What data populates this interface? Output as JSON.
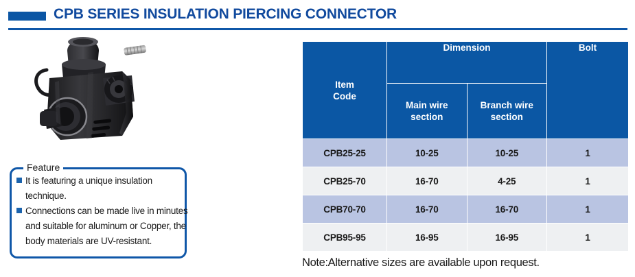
{
  "header": {
    "title": "CPB SERIES INSULATION PIERCING CONNECTOR",
    "accent_color": "#0b56a4",
    "title_color": "#114a9e",
    "rule_color": "#0f57a8"
  },
  "product": {
    "alt": "CPB series insulation piercing connector, black polymer body with metal bolt"
  },
  "feature": {
    "legend": "Feature",
    "border_color": "#0f57a8",
    "bullet_color": "#1b63ad",
    "items": [
      "It is featuring a unique insulation technique.",
      "Connections can be made live in minutes and suitable for aluminum or Copper, the body materials are UV-resistant."
    ]
  },
  "table": {
    "header_bg": "#0b57a4",
    "row_alt_bg": "#b9c4e2",
    "row_base_bg": "#eef0f2",
    "item_code_header": "Item\nCode",
    "item_code_header_line1": "Item",
    "item_code_header_line2": "Code",
    "group_header": "Dimension",
    "sub_headers": {
      "main_wire_line1": "Main wire",
      "main_wire_line2": "section",
      "branch_wire_line1": "Branch wire",
      "branch_wire_line2": "section",
      "bolt": "Bolt"
    },
    "rows": [
      {
        "item_code": "CPB25-25",
        "main_wire_section": "10-25",
        "branch_wire_section": "10-25",
        "bolt": "1"
      },
      {
        "item_code": "CPB25-70",
        "main_wire_section": "16-70",
        "branch_wire_section": "4-25",
        "bolt": "1"
      },
      {
        "item_code": "CPB70-70",
        "main_wire_section": "16-70",
        "branch_wire_section": "16-70",
        "bolt": "1"
      },
      {
        "item_code": "CPB95-95",
        "main_wire_section": "16-95",
        "branch_wire_section": "16-95",
        "bolt": "1"
      }
    ],
    "note": "Note:Alternative sizes are available upon request."
  }
}
